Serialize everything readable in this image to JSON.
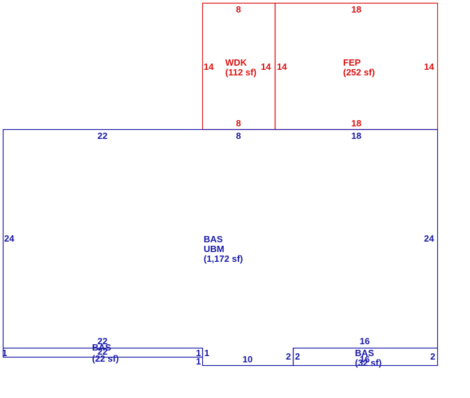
{
  "colors": {
    "upper": "#dd1111",
    "lower": "#1a1aa8",
    "background": "#ffffff"
  },
  "areas": {
    "wdk": {
      "code": "WDK",
      "area": "(112 sf)",
      "dims": {
        "top": "8",
        "bottom": "8",
        "left": "14",
        "right": "14"
      }
    },
    "fep": {
      "code": "FEP",
      "area": "(252 sf)",
      "dims": {
        "top": "18",
        "bottom": "18",
        "left": "14",
        "right": "14"
      }
    },
    "bas": {
      "code": "BAS",
      "sub": "UBM",
      "area": "(1,172 sf)",
      "dims": {
        "top_a": "22",
        "top_b": "8",
        "top_c": "18",
        "left": "24",
        "right": "24"
      }
    },
    "bas_left": {
      "code": "BAS",
      "area": "(22 sf)",
      "dims": {
        "top": "22",
        "mid": "22",
        "left": "1",
        "right_a": "1",
        "right_b": "1"
      }
    },
    "bas_right": {
      "code": "BAS",
      "area": "(32 sf)",
      "dims": {
        "top": "16",
        "mid": "16",
        "left": "2",
        "right": "2"
      }
    },
    "bump": {
      "dims": {
        "left": "1",
        "bottom": "10",
        "right": "2"
      }
    }
  }
}
